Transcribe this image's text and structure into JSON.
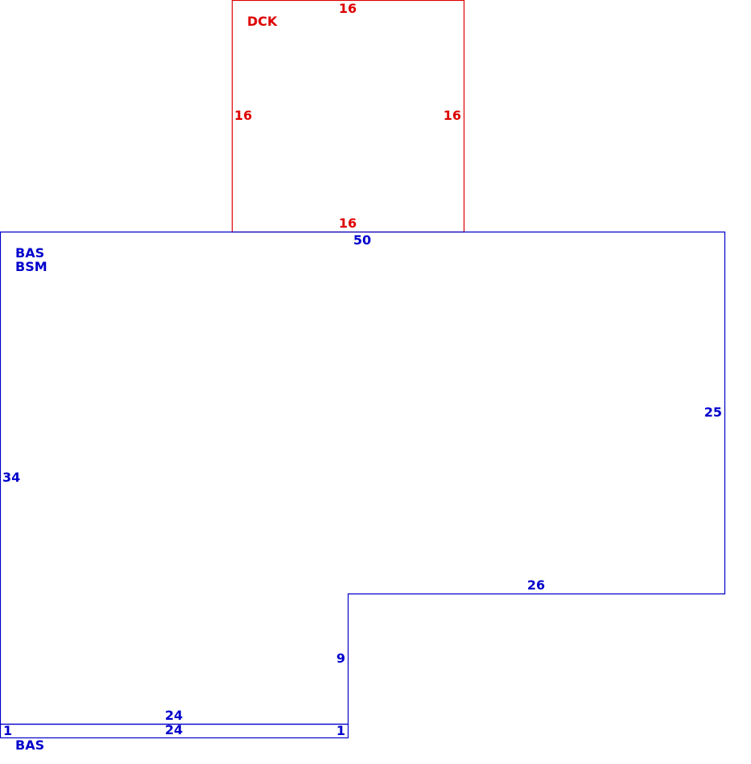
{
  "colors": {
    "deck": "#dd0000",
    "living": "#0000cc"
  },
  "deck": {
    "code": "DCK",
    "top": "16",
    "left": "16",
    "right": "16",
    "bottom": "16"
  },
  "main": {
    "codes": [
      "BAS",
      "BSM"
    ],
    "top": "50",
    "left": "34",
    "right": "25",
    "step_width": "26",
    "step_height": "9",
    "bottom": "24"
  },
  "strip": {
    "code": "BAS",
    "top": "24",
    "left": "1",
    "right": "1"
  }
}
